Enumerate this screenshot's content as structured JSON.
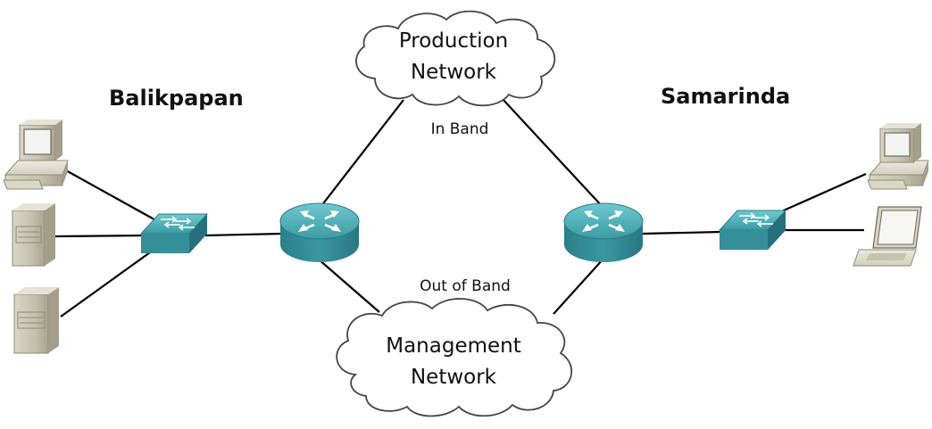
{
  "sites": {
    "left": "Balikpapan",
    "right": "Samarinda"
  },
  "clouds": {
    "production": {
      "line1": "Production",
      "line2": "Network"
    },
    "management": {
      "line1": "Management",
      "line2": "Network"
    }
  },
  "link_labels": {
    "in_band": "In Band",
    "out_of_band": "Out of Band"
  },
  "colors": {
    "device_teal": "#3d9ea6",
    "device_teal_dark": "#2a7d86",
    "device_teal_light": "#5dc0c6",
    "cable": "#000000"
  },
  "devices": {
    "left_site": [
      "desktop-pc",
      "server",
      "server"
    ],
    "right_site": [
      "desktop-pc",
      "laptop"
    ],
    "core": [
      "router",
      "router",
      "switch",
      "switch"
    ]
  }
}
